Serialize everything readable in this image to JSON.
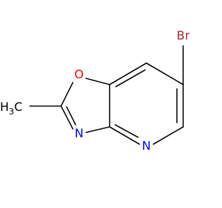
{
  "molecule": {
    "atoms": {
      "oxygen": {
        "symbol": "O",
        "color": "#ff0000"
      },
      "bromine": {
        "symbol": "Br",
        "color": "#a52a2a"
      },
      "oxazole_nitrogen": {
        "symbol": "N",
        "color": "#0000ff"
      },
      "pyridine_nitrogen": {
        "symbol": "N",
        "color": "#0000ff"
      },
      "methyl": {
        "symbol": "H",
        "subscript": "3",
        "carbon": "C",
        "color": "#000000"
      }
    }
  }
}
